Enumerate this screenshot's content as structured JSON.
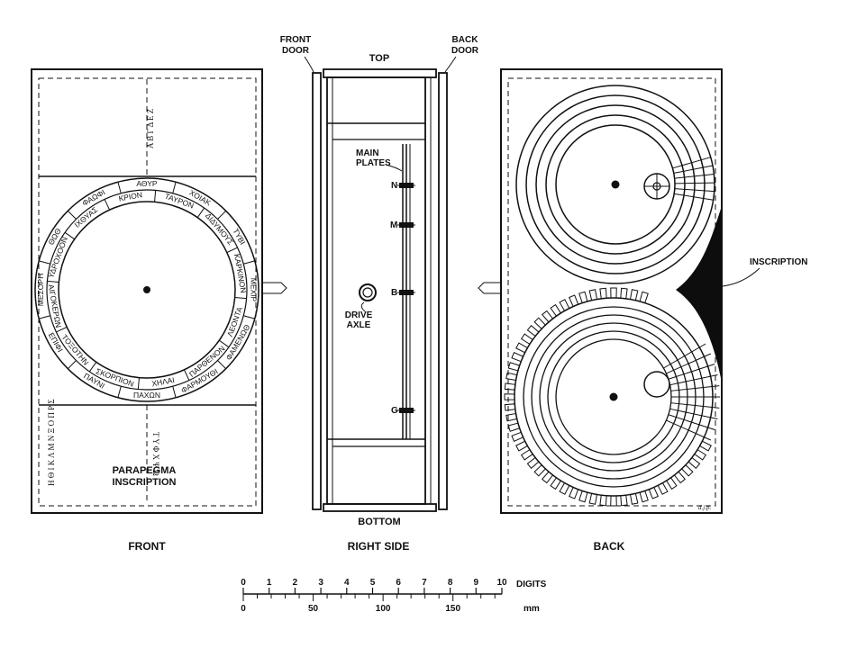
{
  "views": {
    "front": "FRONT",
    "right_side": "RIGHT SIDE",
    "back": "BACK"
  },
  "side_labels": {
    "front_door": "FRONT\nDOOR",
    "back_door": "BACK\nDOOR",
    "top": "TOP",
    "bottom": "BOTTOM",
    "main_plates": "MAIN\nPLATES",
    "drive_axle": "DRIVE\nAXLE",
    "plate_n": "N",
    "plate_m": "M",
    "plate_b": "B",
    "plate_g": "G"
  },
  "front_labels": {
    "upper_letters": "Α Β Γ Δ Ε Ζ",
    "lower_left_letters": "Η Θ Ι Κ Λ Μ Ν Ξ Ο Π Ρ Σ",
    "lower_right_letters": "Τ Υ Φ Χ Ψ Ω",
    "parapegma": "PARAPEGMA\nINSCRIPTION",
    "zodiac": [
      "ΑΘΥΡ",
      "ΧΟΙΑΚ",
      "ΤΥΒΙ",
      "ΜΕΧΙΡ",
      "ΦΑΜΕΝΩΘ",
      "ΦΑΡΜΟΥΘΙ",
      "ΠΑΧΩΝ",
      "ΠΑΥΝΙ",
      "ΕΠΙΦΙ",
      "ΜΕΣΟΡΗ",
      "ΘΩΘ",
      "ΦΑΩΦΙ"
    ],
    "inner": [
      "ΚΡΙΟΝ",
      "ΤΑΥΡΟΝ",
      "ΔΙΔΥΜΟΥΣ",
      "ΚΑΡΚΙΝΟΝ",
      "ΛΕΟΝΤΑ",
      "ΠΑΡΘΕΝΟΝ",
      "ΧΗΛΑΙ",
      "ΣΚΟΡΠΙΟΝ",
      "ΤΟΞΟΤΗΝ",
      "ΑΙΓΟΚΕΡΩΝ",
      "ΥΔΡΟΧΟΟΝ",
      "ΙΧΘΥΑΣ"
    ]
  },
  "back_labels": {
    "inscription": "INSCRIPTION",
    "signature": "d.j.p."
  },
  "scale": {
    "digits_label": "DIGITS",
    "mm_label": "mm",
    "digit_ticks": [
      "0",
      "1",
      "2",
      "3",
      "4",
      "5",
      "6",
      "7",
      "8",
      "9",
      "10"
    ],
    "mm_ticks": [
      "0",
      "50",
      "100",
      "150"
    ]
  }
}
